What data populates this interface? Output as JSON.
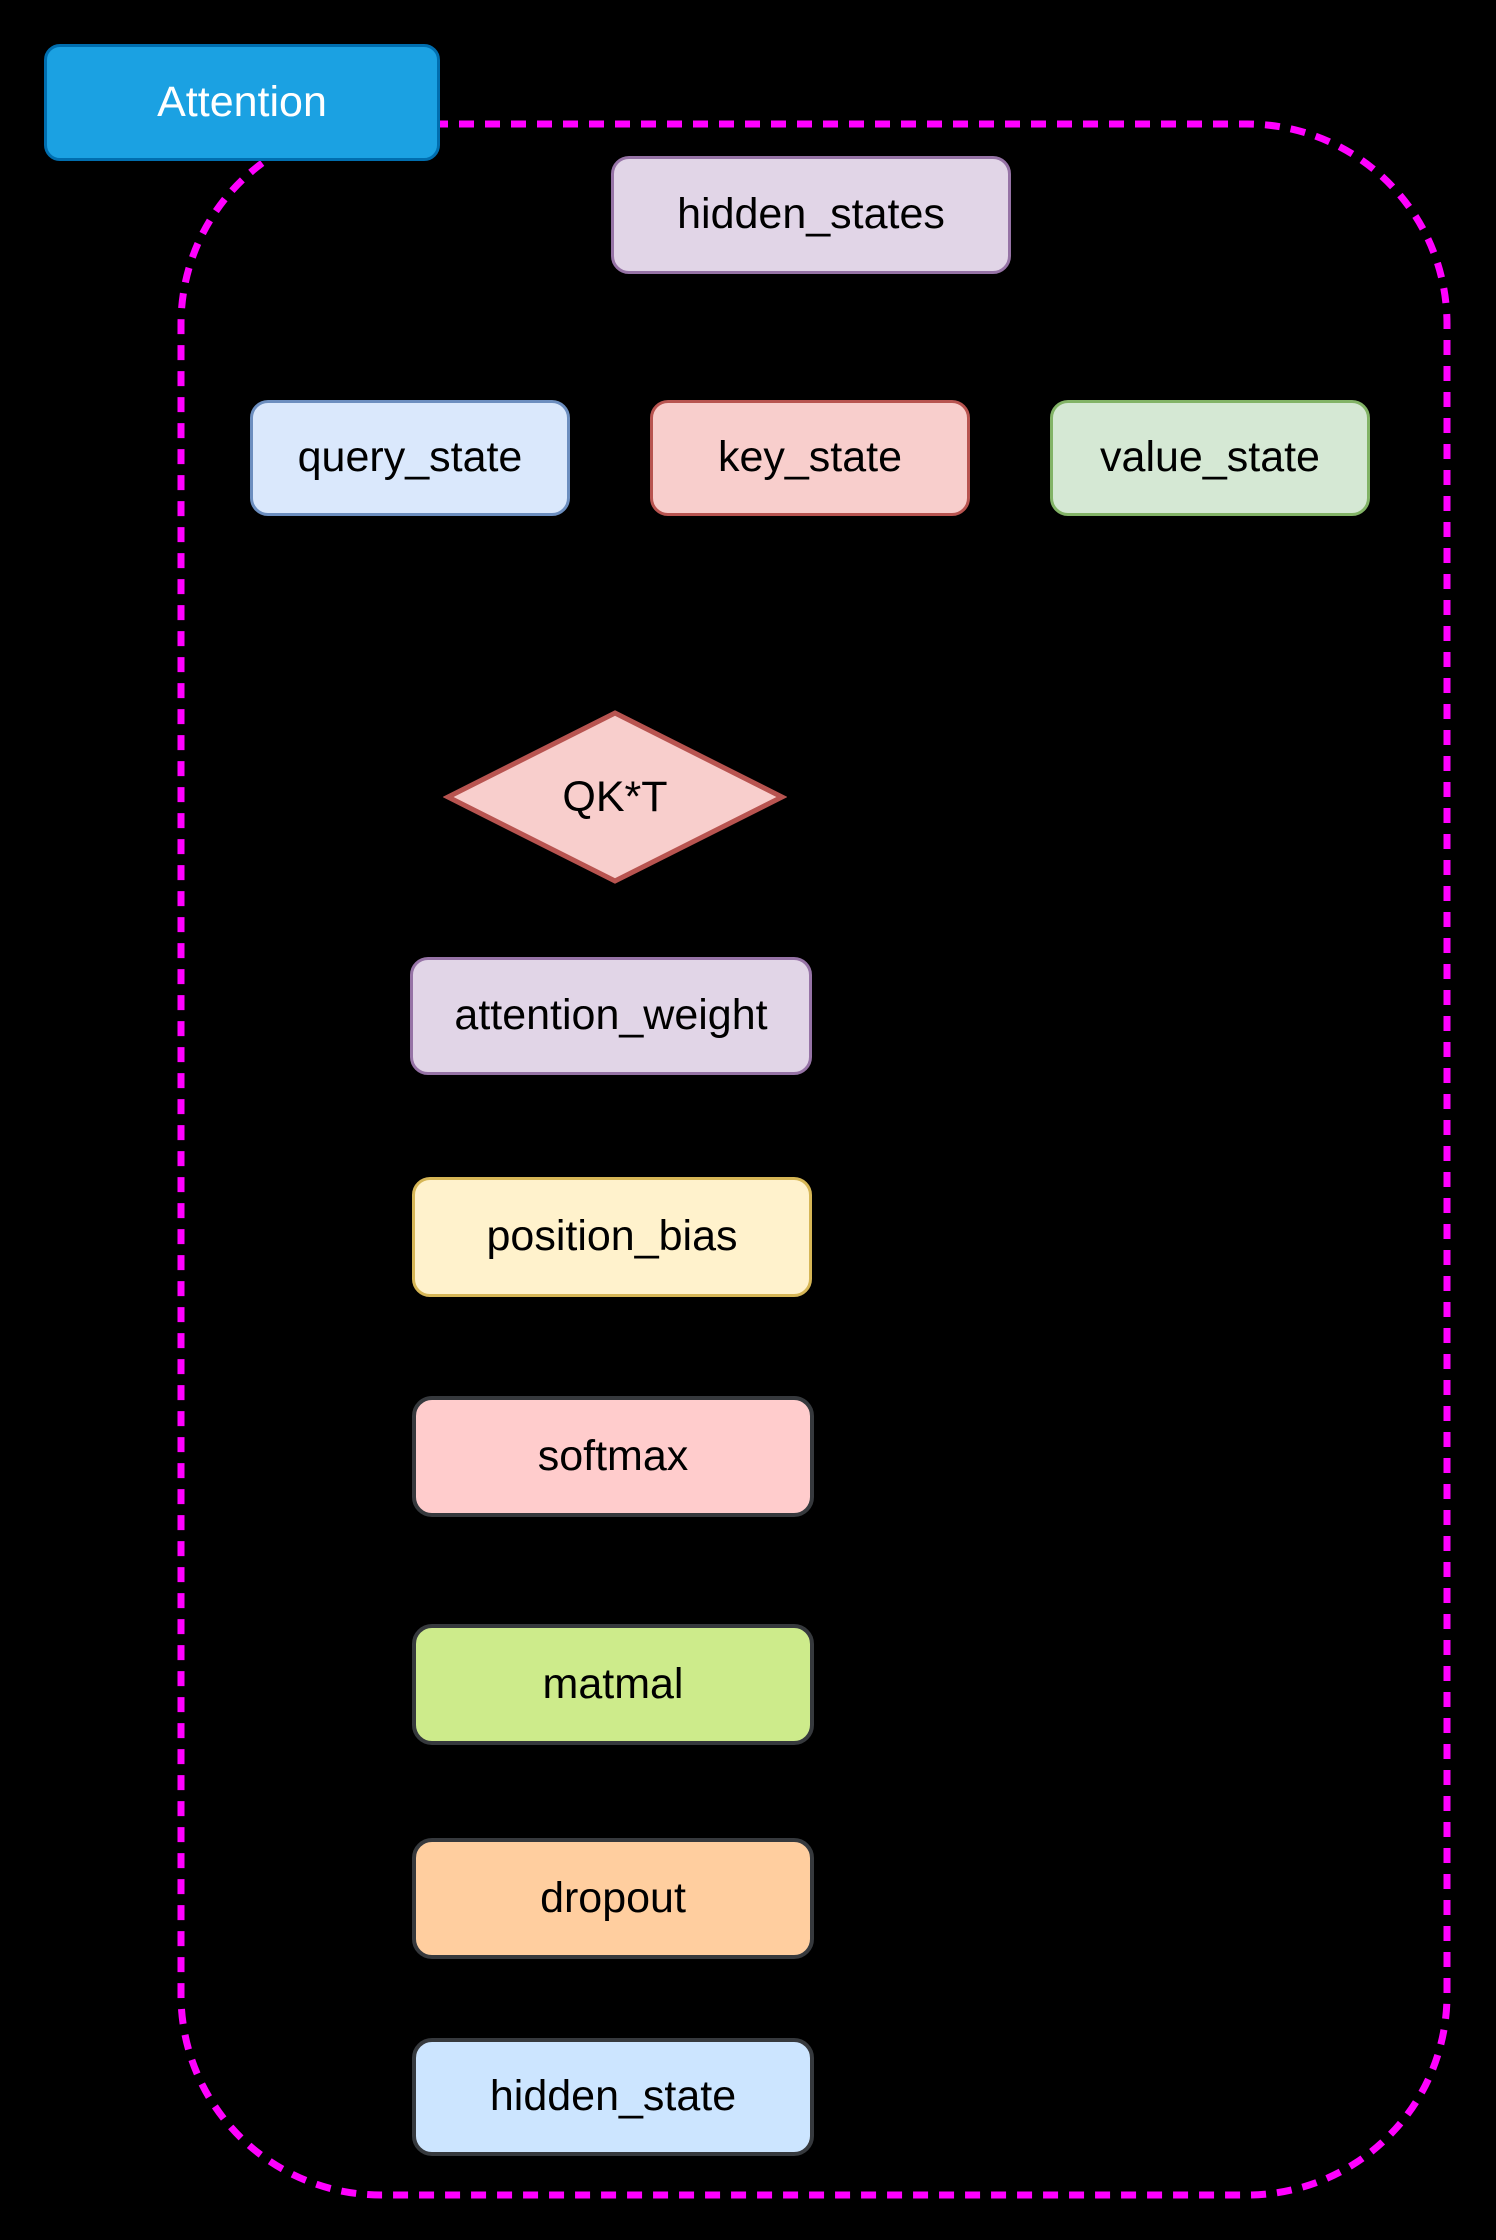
{
  "background": "#000000",
  "title": {
    "label": "Attention",
    "fill": "#1BA1E2",
    "border": "#006EAF",
    "text_color": "#FFFFFF"
  },
  "container": {
    "border_color": "#FF00FF",
    "border_style": "dashed"
  },
  "nodes": [
    {
      "id": "hidden_states",
      "label": "hidden_states",
      "shape": "rounded-rectangle",
      "fill": "#E1D5E7",
      "border": "#9673A6"
    },
    {
      "id": "query_state",
      "label": "query_state",
      "shape": "rounded-rectangle",
      "fill": "#DAE8FC",
      "border": "#6C8EBF"
    },
    {
      "id": "key_state",
      "label": "key_state",
      "shape": "rounded-rectangle",
      "fill": "#F8CECC",
      "border": "#B85450"
    },
    {
      "id": "value_state",
      "label": "value_state",
      "shape": "rounded-rectangle",
      "fill": "#D5E8D4",
      "border": "#82B366"
    },
    {
      "id": "qk_t",
      "label": "QK*T",
      "shape": "diamond",
      "fill": "#F8CECC",
      "border": "#B85450"
    },
    {
      "id": "attention_weight",
      "label": "attention_weight",
      "shape": "rounded-rectangle",
      "fill": "#E1D5E7",
      "border": "#9673A6"
    },
    {
      "id": "position_bias",
      "label": "position_bias",
      "shape": "rounded-rectangle",
      "fill": "#FFF2CC",
      "border": "#D6B656"
    },
    {
      "id": "softmax",
      "label": "softmax",
      "shape": "rounded-rectangle",
      "fill": "#FFCCCC",
      "border": "#36393D"
    },
    {
      "id": "matmal",
      "label": "matmal",
      "shape": "rounded-rectangle",
      "fill": "#CDEB8B",
      "border": "#36393D"
    },
    {
      "id": "dropout",
      "label": "dropout",
      "shape": "rounded-rectangle",
      "fill": "#FFCE9F",
      "border": "#36393D"
    },
    {
      "id": "hidden_state",
      "label": "hidden_state",
      "shape": "rounded-rectangle",
      "fill": "#CCE5FF",
      "border": "#36393D"
    }
  ]
}
